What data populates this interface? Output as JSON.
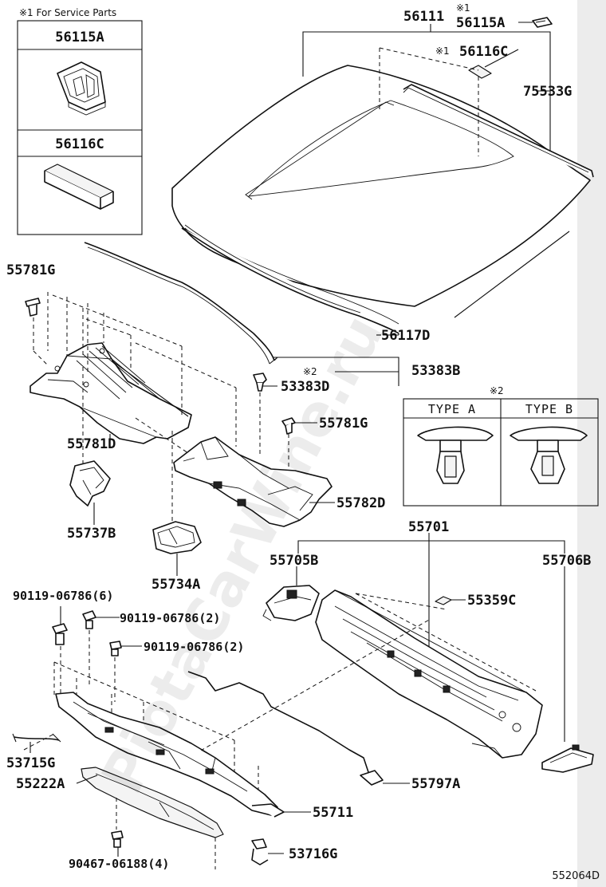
{
  "diagram": {
    "service_note": "※1 For Service Parts",
    "service_parts": [
      "56115A",
      "56116C"
    ],
    "callouts": {
      "glass_assy": "56111",
      "glass_mark": "※1",
      "retainer": "56115A",
      "spacer_mark": "※1",
      "spacer": "56116C",
      "moulding_upper": "75533G",
      "dam": "56117D",
      "clip_top": "55781G",
      "seal_assy": "53383B",
      "seal_mark": "※2",
      "seal": "53383D",
      "clip_mid": "55781G",
      "louver_left": "55781D",
      "louver_right": "55782D",
      "bracket_left": "55737B",
      "bracket_low": "55734A",
      "panel_assy": "55701",
      "panel_left": "55705B",
      "panel_right": "55706B",
      "seal_small": "55359C",
      "bolt_a": "90119-06786(6)",
      "bolt_b": "90119-06786(2)",
      "bolt_c": "90119-06786(2)",
      "hose": "53715G",
      "reinforcement": "55222A",
      "brace": "55711",
      "rod": "55797A",
      "clamp": "53716G",
      "screw": "90467-06188(4)"
    },
    "clip_types": {
      "mark": "※2",
      "type_a": "TYPE A",
      "type_b": "TYPE B"
    },
    "watermark": "PiotaCarWine.ru",
    "diagram_code": "552064D"
  }
}
